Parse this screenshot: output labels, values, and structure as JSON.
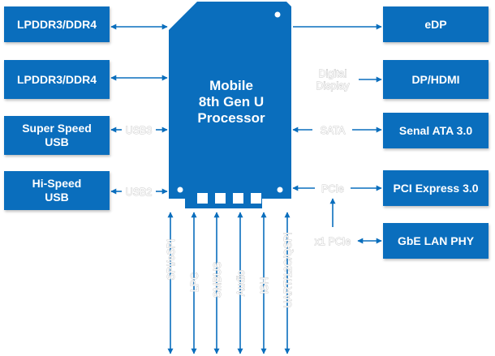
{
  "cpu": {
    "line1": "Mobile",
    "line2": "8th Gen U",
    "line3": "Processor"
  },
  "left_boxes": {
    "mem1": "LPDDR3/DDR4",
    "mem2": "LPDDR3/DDR4",
    "usb3_l1": "Super Speed",
    "usb3_l2": "USB",
    "usb2_l1": "Hi-Speed",
    "usb2_l2": "USB"
  },
  "right_boxes": {
    "edp": "eDP",
    "dp": "DP/HDMI",
    "sata": "Senal ATA 3.0",
    "pcie": "PCI Express 3.0",
    "gbe": "GbE LAN PHY"
  },
  "link_labels": {
    "usb3": "USB3",
    "usb2": "USB2",
    "digital1": "Digital",
    "digital2": "Display",
    "sata": "SATA",
    "pcie": "PCIe",
    "x1pcie": "x1 PCIe"
  },
  "bottom_labels": {
    "spi": "SPI/eSPI",
    "lpc": "LPC",
    "smbus": "SMBUS",
    "audio": "Audio",
    "ish": "ISH",
    "uart": "UART/12C/QSPI"
  },
  "colors": {
    "box": "#0a6ebd",
    "arrow": "#0a6ebd",
    "label_outline": "#c6c6c6"
  }
}
